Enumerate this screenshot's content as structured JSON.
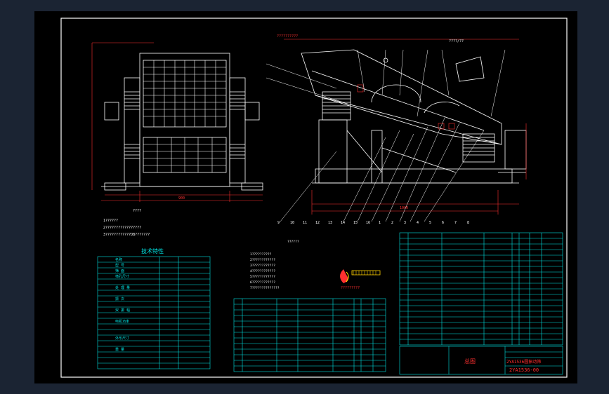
{
  "colors": {
    "background": "#1b2433",
    "paper": "#000000",
    "line": "#ffffff",
    "table": "#00e5e5",
    "dim": "#ff3030",
    "accent": "#ffd000"
  },
  "dims": {
    "top_label": "??????????",
    "top_label2": "????/??",
    "left_width": "900",
    "right_span": "1000",
    "bottom_left": "????"
  },
  "balloons": [
    "9",
    "10",
    "11",
    "12",
    "13",
    "14",
    "15",
    "16",
    "1",
    "2",
    "3",
    "4",
    "5",
    "6",
    "7",
    "8"
  ],
  "notes_left": [
    "1??????",
    "2?????????????????",
    "3????????????DB???????"
  ],
  "notes_mid": {
    "title": "??????",
    "lines": [
      "1??????????",
      "2????????????",
      "3????????????",
      "4????????????",
      "5????????????",
      "6????????????",
      "7??????????????"
    ]
  },
  "logo_text": "?????????",
  "tech": {
    "title": "技术特性",
    "rows": [
      "名称",
      "型 号",
      "筛 面",
      "筛孔尺寸",
      "处 理 量",
      "振 次",
      "双 振 幅",
      "电机功率",
      "外形尺寸",
      "重 量"
    ]
  },
  "title_block": {
    "drawing_no": "2YA1536-00",
    "name": "2YA1536圆振动筛",
    "label": "总图"
  }
}
